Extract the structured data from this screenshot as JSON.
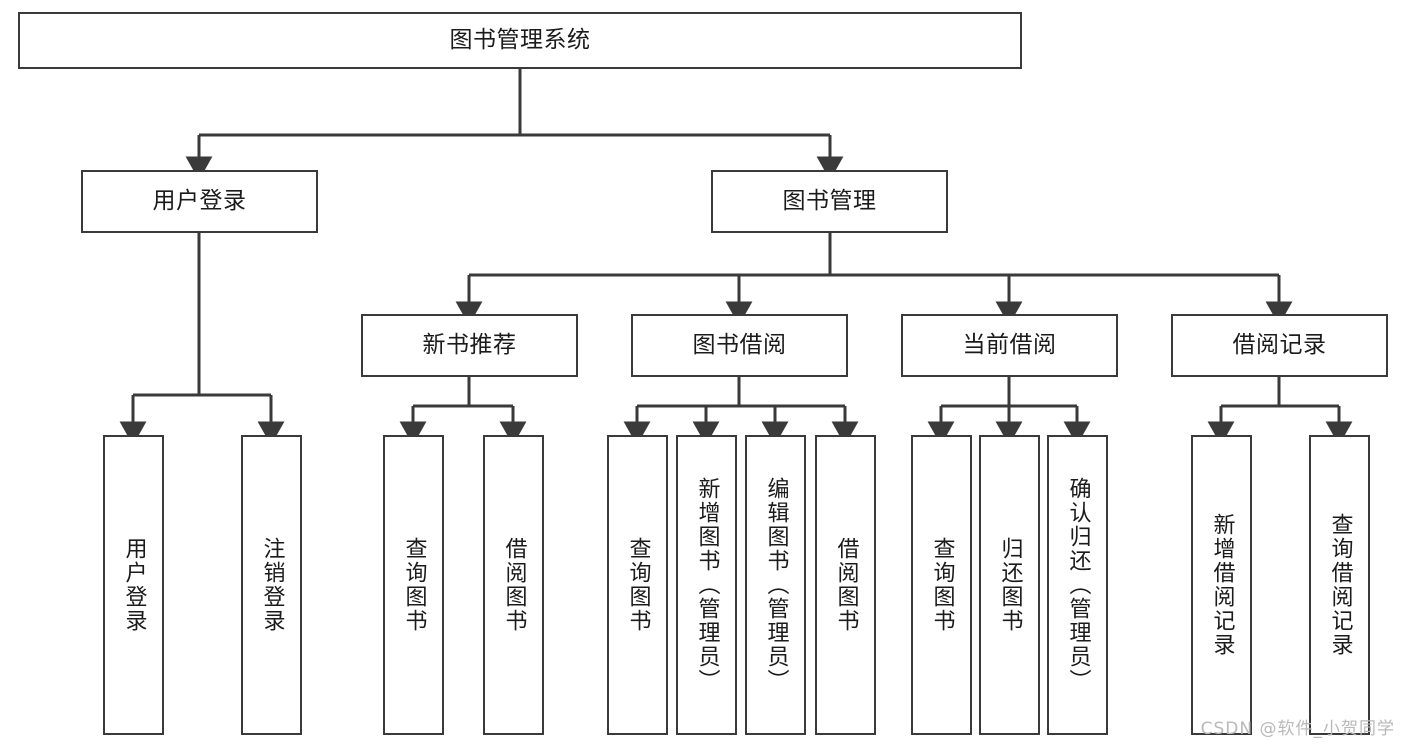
{
  "diagram": {
    "title": "图书管理系统",
    "type": "tree-hierarchy-chart",
    "stroke_color": "#3a3a3a",
    "fill_color": "#ffffff",
    "text_color": "#1b1b1b"
  },
  "watermark": {
    "text": "CSDN @软件_小贺同学",
    "color": "#b9b9b9"
  },
  "nodes": {
    "root": {
      "label": "图书管理系统",
      "level": 1
    },
    "l2": [
      {
        "label": "用户登录",
        "level": 2
      },
      {
        "label": "图书管理",
        "level": 2
      }
    ],
    "l3": [
      {
        "label": "新书推荐",
        "level": 3
      },
      {
        "label": "图书借阅",
        "level": 3
      },
      {
        "label": "当前借阅",
        "level": 3
      },
      {
        "label": "借阅记录",
        "level": 3
      }
    ],
    "leaves": {
      "user_login": [
        {
          "label": "用户登录"
        },
        {
          "label": "注销登录"
        }
      ],
      "new_book_recommend": [
        {
          "label": "查询图书"
        },
        {
          "label": "借阅图书"
        }
      ],
      "book_borrow": [
        {
          "label": "查询图书"
        },
        {
          "label": "新增图书（管理员）"
        },
        {
          "label": "编辑图书（管理员）"
        },
        {
          "label": "借阅图书"
        }
      ],
      "current_borrow": [
        {
          "label": "查询图书"
        },
        {
          "label": "归还图书"
        },
        {
          "label": "确认归还（管理员）"
        }
      ],
      "borrow_record": [
        {
          "label": "新增借阅记录"
        },
        {
          "label": "查询借阅记录"
        }
      ]
    }
  }
}
